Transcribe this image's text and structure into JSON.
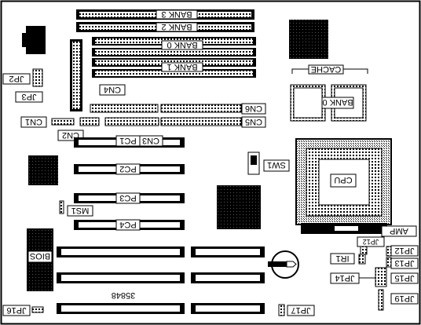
{
  "diagram": {
    "banks": {
      "bank3": "BANK 3",
      "bank2": "BANK 2",
      "bank0": "BANK 0",
      "bank1": "BANK 1"
    },
    "cache": {
      "title": "CACHE",
      "bank": "BANK 0"
    },
    "connectors": {
      "cn4": "CN4",
      "cn6": "CN6",
      "cn5": "CN5",
      "cn3": "CN3",
      "cn2": "CN2",
      "cn1": "CN1"
    },
    "slots": {
      "pc1": "PC1",
      "pc2": "PC2",
      "pc3": "PC3",
      "pc4": "PC4"
    },
    "jumpers": {
      "jp2": "JP2",
      "jp3": "JP3",
      "ms1": "MS1",
      "sw1": "SW1",
      "jp12": "JP12",
      "jp13": "JP13",
      "jp14": "JP14",
      "jp15": "JP15",
      "jp16": "JP16",
      "jp17": "JP17",
      "jp19": "JP19",
      "ir1": "IR1"
    },
    "chips": {
      "bios": "BIOS",
      "cpu": "CPU",
      "amp": "AMP",
      "board_id": "35848"
    }
  }
}
